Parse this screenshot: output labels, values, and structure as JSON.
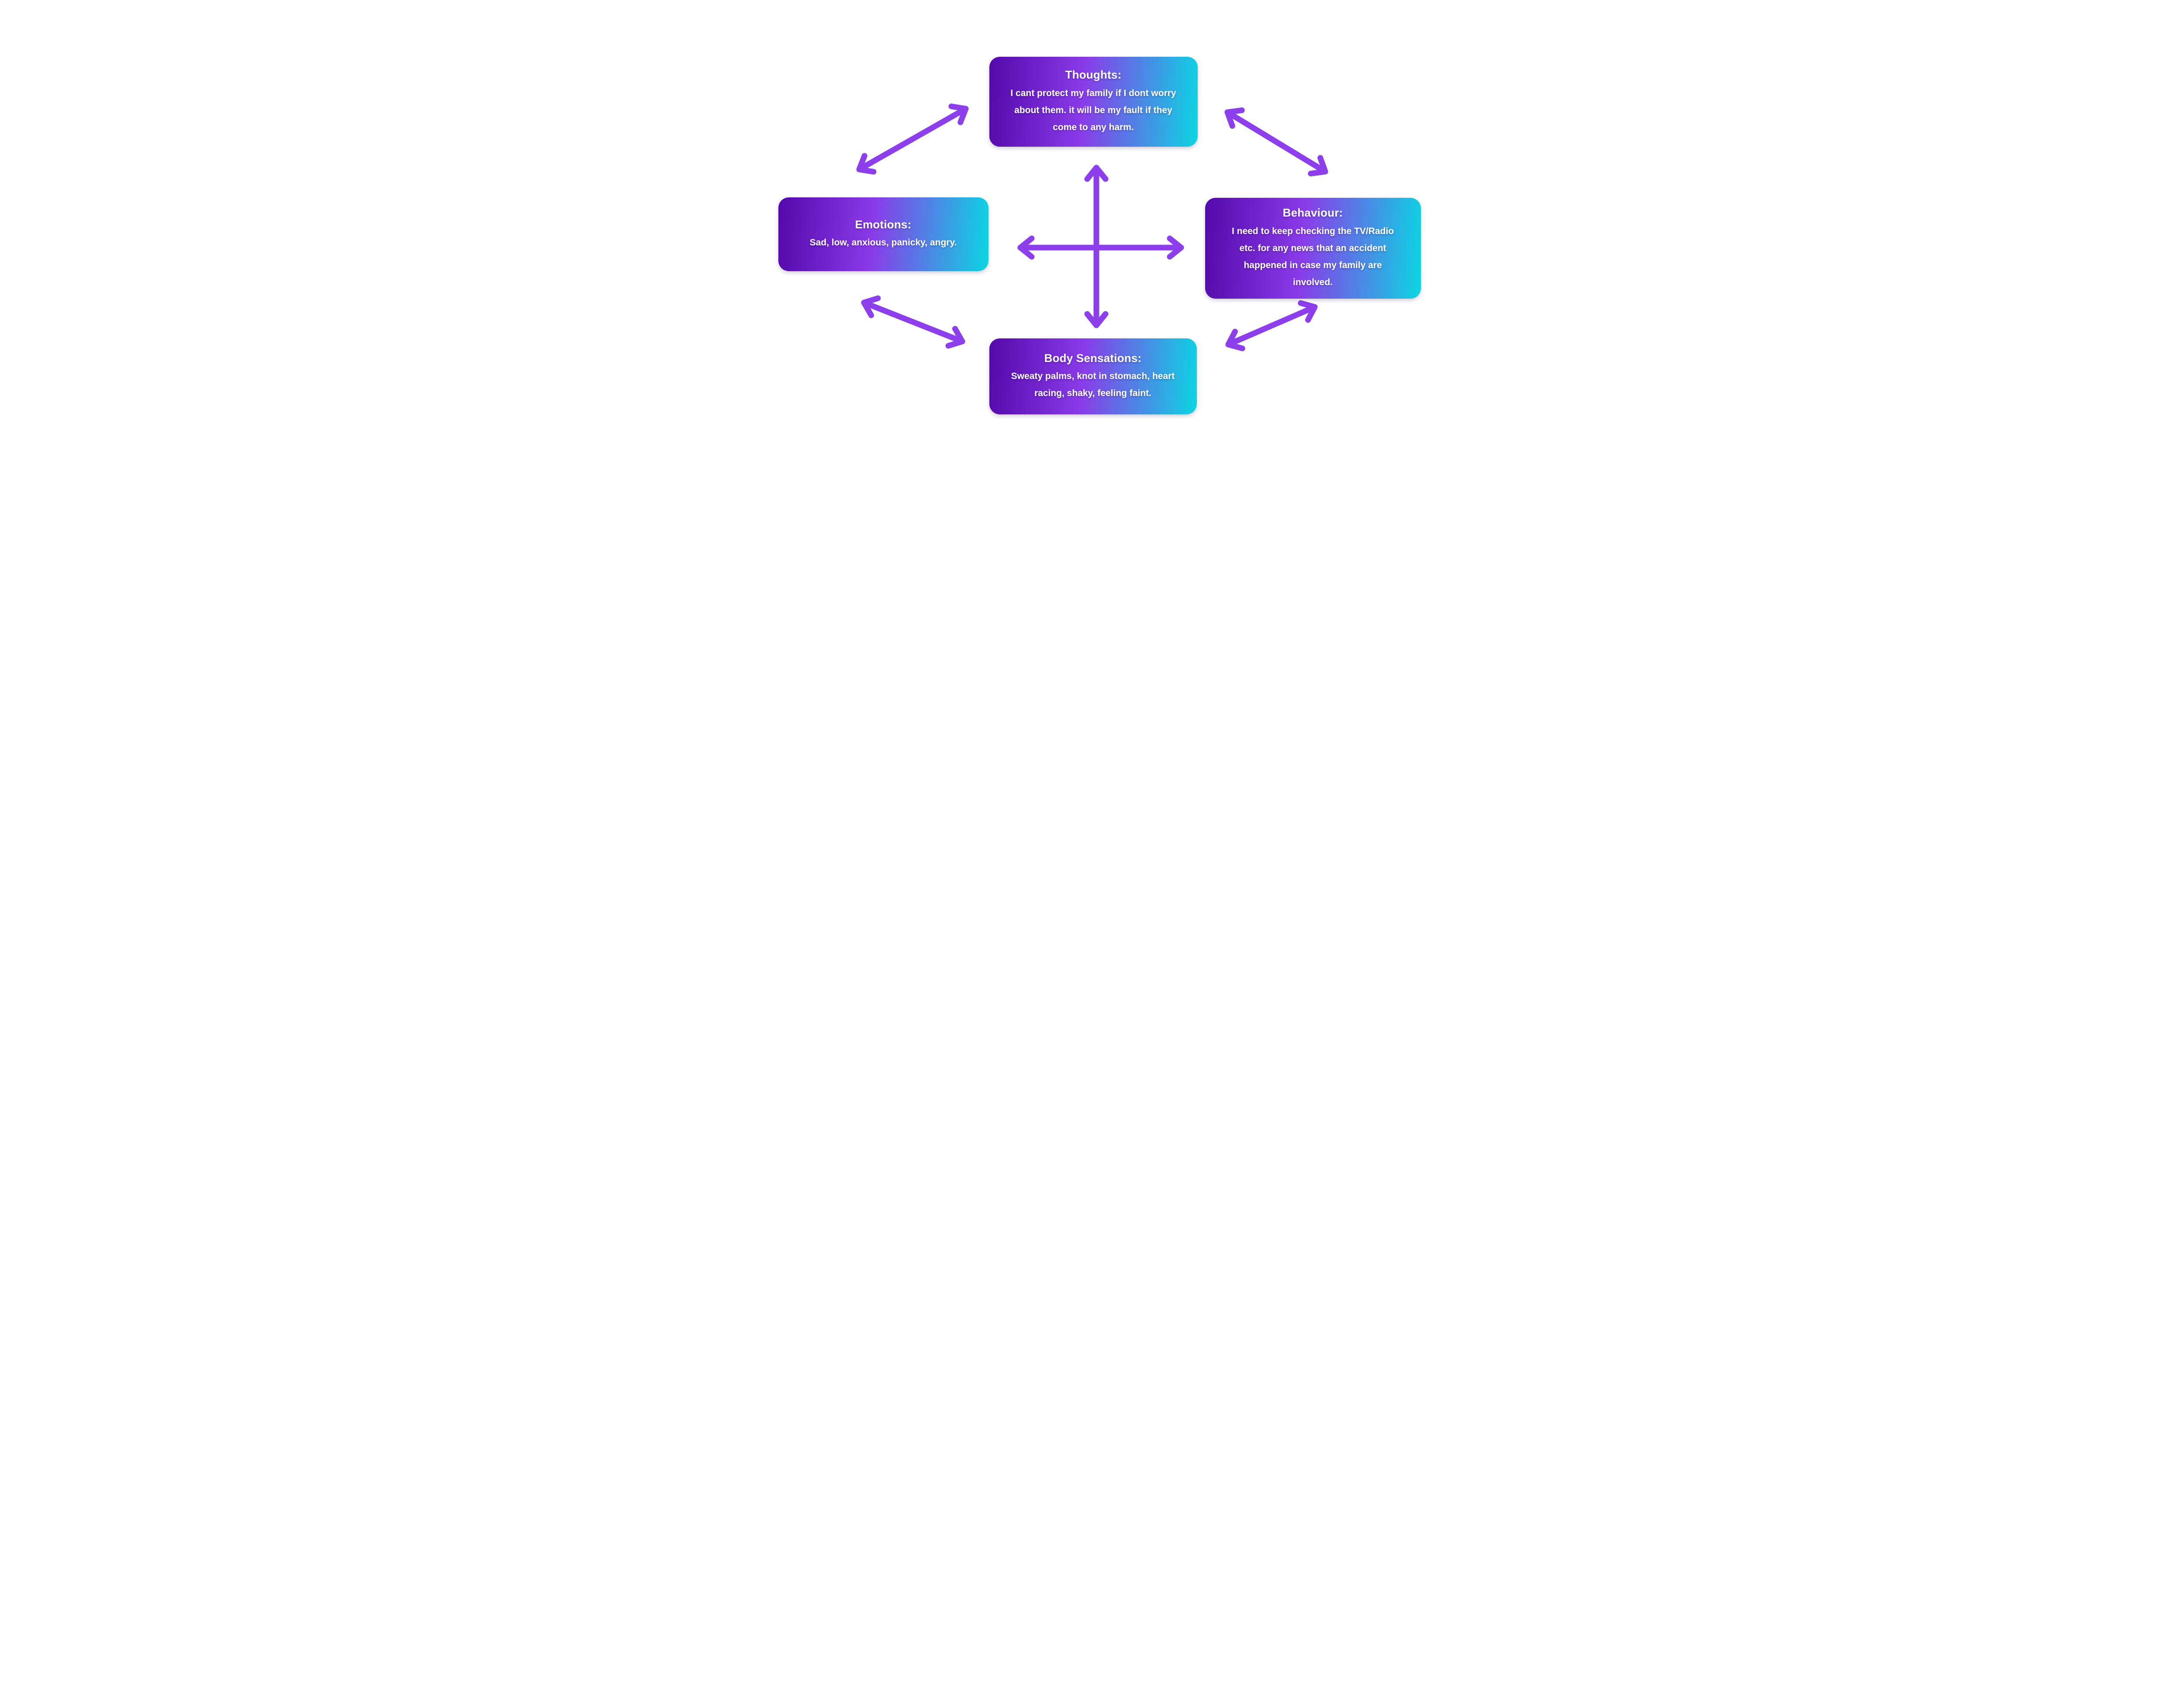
{
  "diagram": {
    "kind": "cbt-cross-sectional-formulation",
    "background": "#ffffff"
  },
  "colors": {
    "box_gradient_start": "#5309ab",
    "box_gradient_mid": "#8a3be8",
    "box_gradient_end": "#0cd6e2",
    "arrow": "#8c3feb",
    "text": "#ffffff",
    "background": "#ffffff"
  },
  "nodes": {
    "thoughts": {
      "title": "Thoughts:",
      "text": "I cant protect my family if I dont worry about them. it will be my fault if they come to any harm."
    },
    "emotions": {
      "title": "Emotions:",
      "text": "Sad, low, anxious, panicky, angry."
    },
    "behaviour": {
      "title": "Behaviour:",
      "text": "I need to keep checking the TV/Radio etc. for any news that an accident happened in case my family are involved."
    },
    "body_sensations": {
      "title": "Body Sensations:",
      "text": "Sweaty palms, knot in stomach, heart racing, shaky, feeling faint."
    }
  },
  "connections": [
    {
      "between": [
        "emotions",
        "thoughts"
      ],
      "bidirectional": true
    },
    {
      "between": [
        "thoughts",
        "behaviour"
      ],
      "bidirectional": true
    },
    {
      "between": [
        "emotions",
        "body_sensations"
      ],
      "bidirectional": true
    },
    {
      "between": [
        "body_sensations",
        "behaviour"
      ],
      "bidirectional": true
    },
    {
      "between": [
        "thoughts",
        "body_sensations"
      ],
      "bidirectional": true
    },
    {
      "between": [
        "emotions",
        "behaviour"
      ],
      "bidirectional": true
    }
  ]
}
